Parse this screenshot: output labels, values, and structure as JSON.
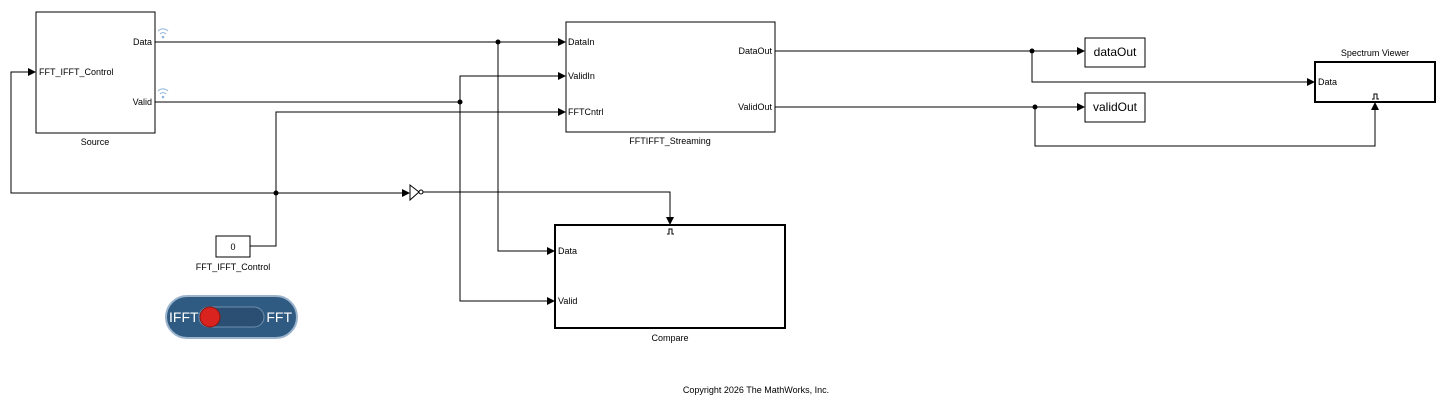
{
  "blocks": {
    "source": {
      "name": "Source",
      "in_port": "FFT_IFFT_Control",
      "out_ports": [
        "Data",
        "Valid"
      ]
    },
    "fftifft": {
      "name": "FFTIFFT_Streaming",
      "in_ports": [
        "DataIn",
        "ValidIn",
        "FFTCntrl"
      ],
      "out_ports": [
        "DataOut",
        "ValidOut"
      ]
    },
    "dataout": {
      "label": "dataOut"
    },
    "validout": {
      "label": "validOut"
    },
    "spectrum": {
      "name": "Spectrum Viewer",
      "in_port": "Data"
    },
    "compare": {
      "name": "Compare",
      "in_ports": [
        "Data",
        "Valid"
      ]
    },
    "constant": {
      "value": "0",
      "name": "FFT_IFFT_Control"
    },
    "toggle": {
      "left_label": "IFFT",
      "right_label": "FFT"
    }
  },
  "footer": {
    "copyright": "Copyright 2026 The MathWorks, Inc."
  },
  "colors": {
    "toggle_body": "#2f5b82",
    "toggle_knob": "#d9231f",
    "signal_icon": "#8fb4d9"
  }
}
